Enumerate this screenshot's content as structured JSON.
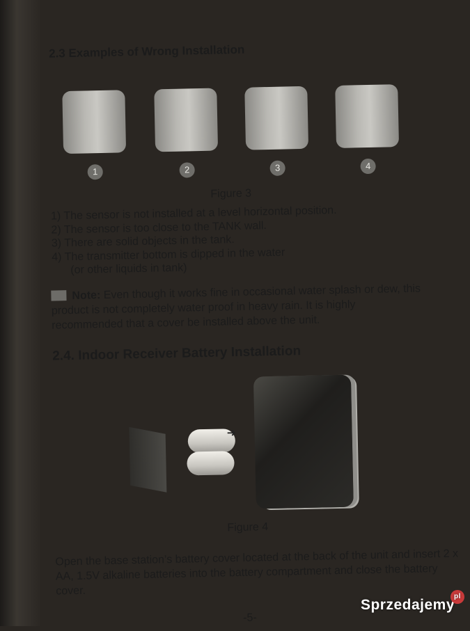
{
  "section_2_3": {
    "title": "2.3 Examples of Wrong Installation",
    "figure_caption": "Figure 3",
    "figure_numbers": [
      "1",
      "2",
      "3",
      "4"
    ],
    "items": [
      "1)  The sensor is not installed at a level horizontal position.",
      "2)  The sensor is too close to the TANK wall.",
      "3)  There are solid objects in the tank.",
      "4)  The transmitter bottom is dipped in the water",
      "      (or other liquids in tank)"
    ],
    "note_label": "Note:",
    "note_text": " Even though it works fine in occasional water splash or dew, this product is not completely water proof in heavy rain. It is highly recommended that a cover be installed above the unit."
  },
  "section_2_4": {
    "title": "2.4. Indoor Receiver Battery Installation",
    "figure_caption": "Figure 4",
    "paragraph": "Open the base station’s battery cover located at the back of the unit and insert 2 x AA, 1.5V alkaline batteries into the battery compartment and close the battery cover."
  },
  "page_number": "-5-",
  "watermark": {
    "text": "Sprzedajemy",
    "badge": "pl"
  }
}
